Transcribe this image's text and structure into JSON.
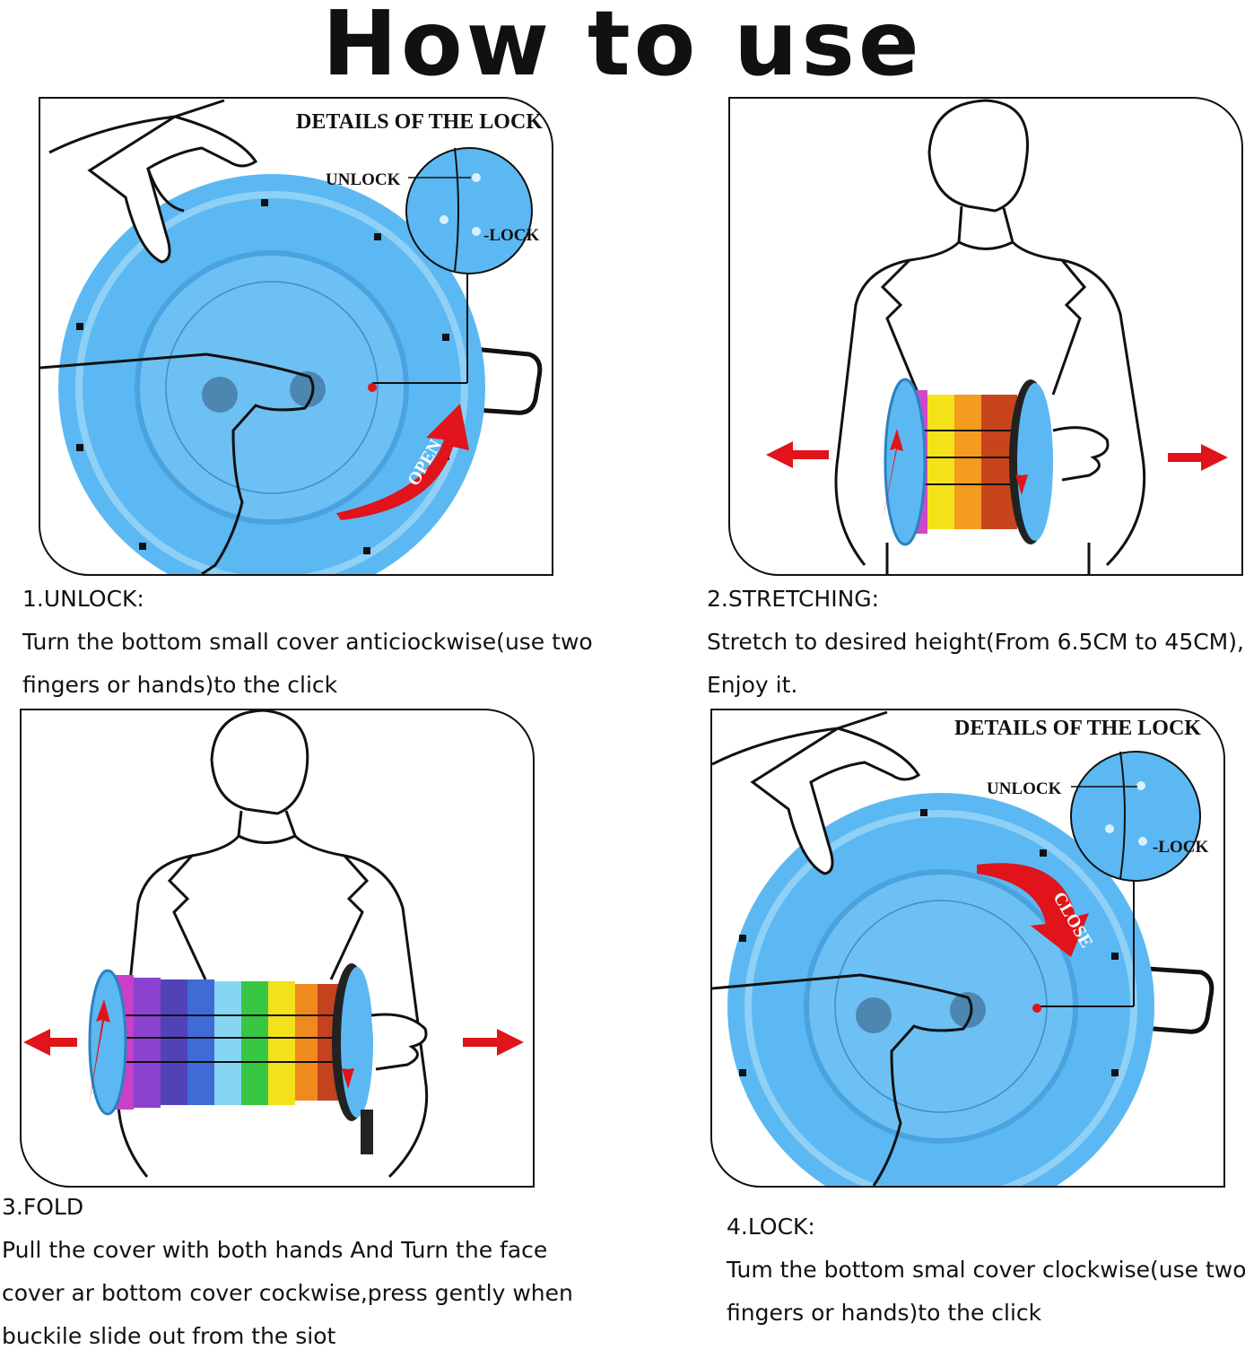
{
  "title": "How to use",
  "colors": {
    "stool_blue": "#5cb8f2",
    "stool_light": "#8fd0f7",
    "arrow_red": "#e0141a",
    "outline": "#111111"
  },
  "panels": [
    {
      "id": "unlock",
      "callout_title": "DETAILS OF THE LOCK",
      "label_unlock": "UNLOCK",
      "label_lock": "-LOCK",
      "arrow_text": "OPEN",
      "step": "1.UNLOCK:",
      "lines": [
        "Turn the bottom small cover anticiockwise(use two",
        "fingers or hands)to the click"
      ]
    },
    {
      "id": "stretching",
      "step": "2.STRETCHING:",
      "lines": [
        "Stretch to desired height(From 6.5CM to 45CM),",
        "Enjoy it."
      ]
    },
    {
      "id": "fold",
      "step": "3.FOLD",
      "lines": [
        "Pull the cover with both hands And Turn the face",
        "cover ar bottom cover cockwise,press gently when",
        "buckile slide out from the siot"
      ]
    },
    {
      "id": "lock",
      "callout_title": "DETAILS OF THE LOCK",
      "label_unlock": "UNLOCK",
      "label_lock": "-LOCK",
      "arrow_text": "CLOSE",
      "step": "4.LOCK:",
      "lines": [
        "Tum the bottom smal cover clockwise(use two",
        "fingers or hands)to the click"
      ]
    }
  ]
}
